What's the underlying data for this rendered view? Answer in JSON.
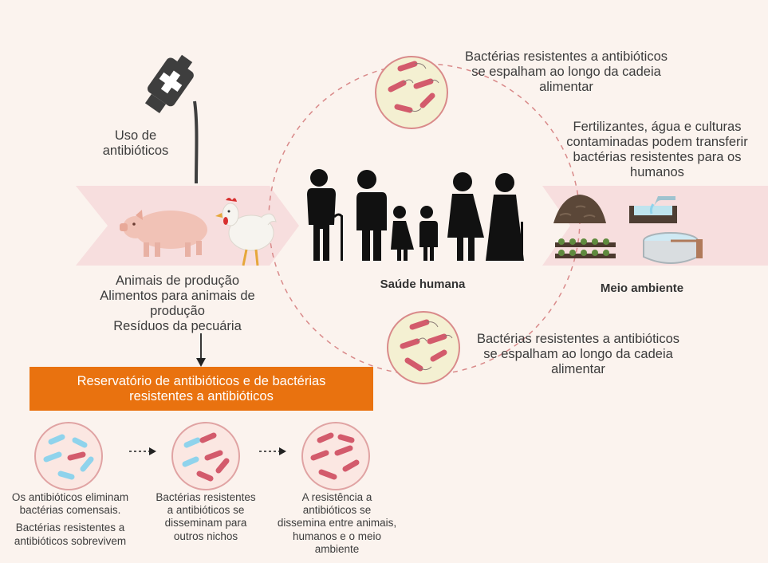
{
  "labels": {
    "antibiotic_use": [
      "Uso de",
      "antibióticos"
    ],
    "animals": [
      "Animais de produção",
      "Alimentos para animais de",
      "produção",
      "Resíduos da pecuária"
    ],
    "human_health": "Saúde humana",
    "environment": "Meio ambiente",
    "spread_top": [
      "Bactérias resistentes a antibióticos",
      "se espalham ao longo da cadeia",
      "alimentar"
    ],
    "spread_bottom": [
      "Bactérias resistentes a antibióticos",
      "se espalham ao longo da cadeia",
      "alimentar"
    ],
    "fertilizers": [
      "Fertilizantes, água e culturas",
      "contaminadas podem transferir",
      "bactérias resistentes para os",
      "humanos"
    ]
  },
  "reservoir": {
    "title": [
      "Reservatório de antibióticos e de bactérias",
      "resistentes a antibióticos"
    ]
  },
  "steps": [
    {
      "lines": [
        "Os antibióticos eliminam",
        "bactérias comensais."
      ],
      "lines2": [
        "Bactérias resistentes a",
        "antibióticos sobrevivem"
      ]
    },
    {
      "lines": [
        "Bactérias resistentes",
        "a antibióticos se",
        "disseminam para",
        "outros nichos"
      ]
    },
    {
      "lines": [
        "A resistência a",
        "antibióticos se",
        "dissemina entre animais,",
        "humanos e o meio",
        "ambiente"
      ]
    }
  ],
  "colors": {
    "background": "#fbf3ee",
    "band": "#f7dede",
    "banner": "#e9720f",
    "resistant_bacteria": "#d35b6c",
    "commensal_bacteria": "#8fd3ec",
    "circle_fill": "#f4f0d2",
    "dashed_circle": "#d98a8a"
  }
}
